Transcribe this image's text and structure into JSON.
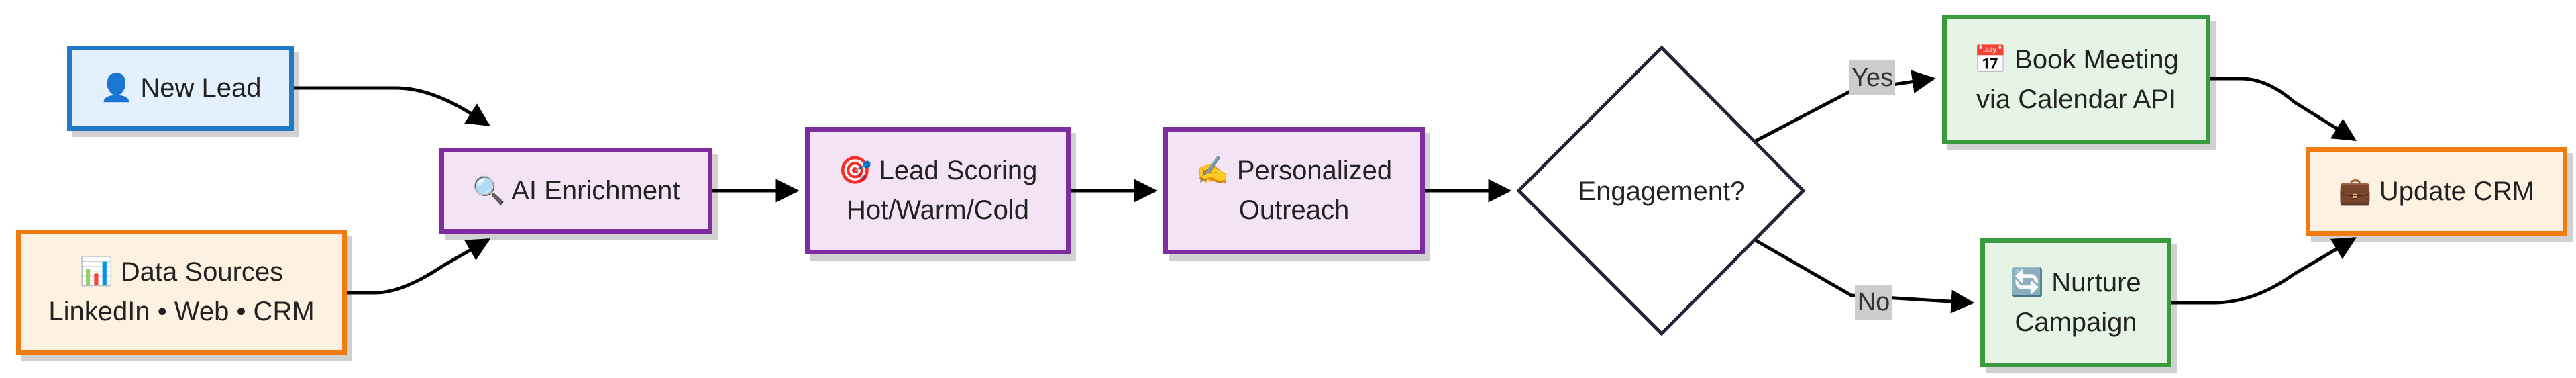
{
  "colors": {
    "blue_border": "#1f78c8",
    "blue_fill": "#e4f0fb",
    "orange_border": "#f07c10",
    "orange_fill": "#fdf1e2",
    "purple_border": "#7e2d9e",
    "purple_fill": "#f4e3f4",
    "green_border": "#3a9a3e",
    "green_fill": "#e6f4e6",
    "diamond_border": "#23233a",
    "edge": "#000000",
    "edge_label_bg": "#cccccc"
  },
  "nodes": {
    "new_lead": {
      "icon": "person-icon",
      "glyph": "👤",
      "label": "New Lead"
    },
    "data_sources": {
      "icon": "bar-chart-icon",
      "glyph": "📊",
      "line1": "Data Sources",
      "line2": "LinkedIn • Web • CRM"
    },
    "ai_enrichment": {
      "icon": "magnifier-icon",
      "glyph": "🔍",
      "label": "AI Enrichment"
    },
    "lead_scoring": {
      "icon": "target-icon",
      "glyph": "🎯",
      "line1": "Lead Scoring",
      "line2": "Hot/Warm/Cold"
    },
    "outreach": {
      "icon": "writing-hand-icon",
      "glyph": "✍️",
      "line1": "Personalized",
      "line2": "Outreach"
    },
    "engagement": {
      "label": "Engagement?"
    },
    "book_meeting": {
      "icon": "calendar-icon",
      "glyph": "📅",
      "line1": "Book Meeting",
      "line2": "via Calendar API"
    },
    "nurture": {
      "icon": "refresh-icon",
      "glyph": "🔄",
      "line1": "Nurture",
      "line2": "Campaign"
    },
    "update_crm": {
      "icon": "briefcase-icon",
      "glyph": "💼",
      "label": "Update CRM"
    }
  },
  "edge_labels": {
    "yes": "Yes",
    "no": "No"
  }
}
